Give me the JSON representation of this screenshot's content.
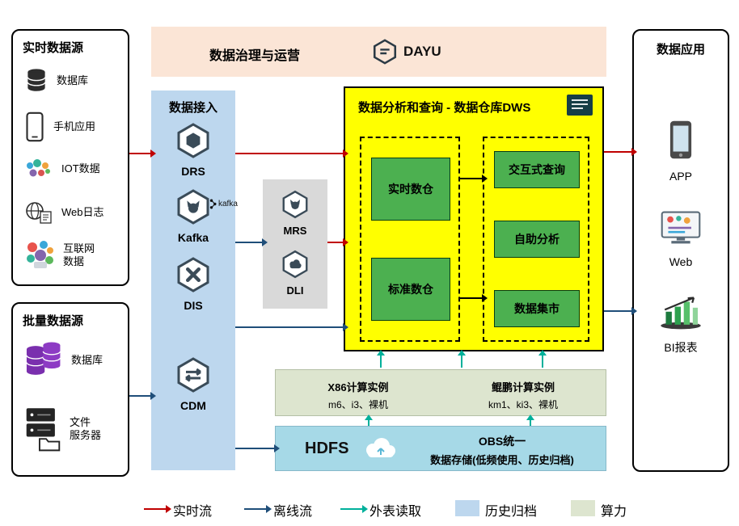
{
  "colors": {
    "realtime_flow": "#c00000",
    "offline_flow": "#1f4e79",
    "external_read": "#00b09b",
    "history_archive_fill": "#bdd7ee",
    "compute_fill": "#dde5cf",
    "banner_fill": "#fbe5d6",
    "access_fill": "#bdd7ee",
    "gray_fill": "#d9d9d9",
    "dws_fill": "#ffff00",
    "green_fill": "#4cb050",
    "hdfs_fill": "#a6d9e7"
  },
  "realtime_sources": {
    "title": "实时数据源",
    "items": [
      {
        "label": "数据库"
      },
      {
        "label": "手机应用"
      },
      {
        "label": "IOT数据"
      },
      {
        "label": "Web日志"
      },
      {
        "label": "互联网\n数据"
      }
    ]
  },
  "batch_sources": {
    "title": "批量数据源",
    "items": [
      {
        "label": "数据库"
      },
      {
        "label": "文件\n服务器"
      }
    ]
  },
  "governance": {
    "title": "数据治理与运营",
    "product": "DAYU"
  },
  "data_access": {
    "title": "数据接入",
    "services": [
      {
        "label": "DRS"
      },
      {
        "label": "Kafka",
        "logo_text": "kafka"
      },
      {
        "label": "DIS"
      },
      {
        "label": "CDM"
      }
    ]
  },
  "middle_services": {
    "items": [
      {
        "label": "MRS"
      },
      {
        "label": "DLI"
      }
    ]
  },
  "dws": {
    "title": "数据分析和查询 - 数据仓库DWS",
    "warehouses": [
      {
        "label": "实时数仓"
      },
      {
        "label": "标准数仓"
      }
    ],
    "analytics": [
      {
        "label": "交互式查询"
      },
      {
        "label": "自助分析"
      },
      {
        "label": "数据集市"
      }
    ]
  },
  "compute": {
    "x86": {
      "title": "X86计算实例",
      "spec": "m6、i3、裸机"
    },
    "kunpeng": {
      "title": "鲲鹏计算实例",
      "spec": "km1、ki3、裸机"
    }
  },
  "storage": {
    "hdfs": "HDFS",
    "obs_line1": "OBS统一",
    "obs_line2": "数据存储(低频使用、历史归档)"
  },
  "applications": {
    "title": "数据应用",
    "items": [
      {
        "label": "APP"
      },
      {
        "label": "Web"
      },
      {
        "label": "BI报表"
      }
    ]
  },
  "legend": {
    "items": [
      {
        "label": "实时流"
      },
      {
        "label": "离线流"
      },
      {
        "label": "外表读取"
      },
      {
        "label": "历史归档"
      },
      {
        "label": "算力"
      }
    ]
  }
}
